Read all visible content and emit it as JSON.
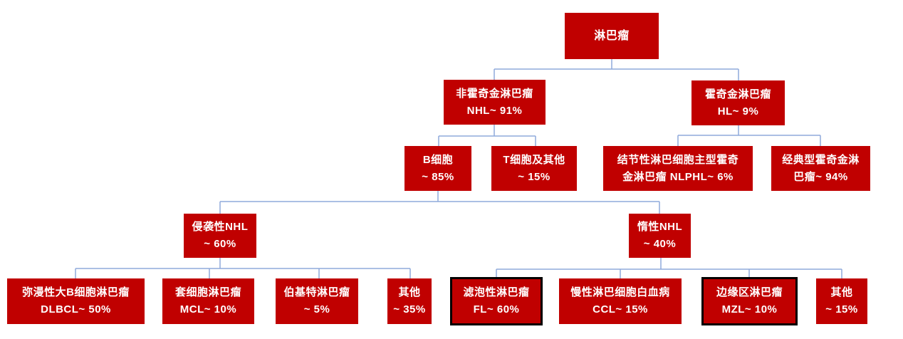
{
  "diagram": {
    "type": "tree",
    "language": "zh-CN",
    "topic": "Lymphoma classification with approximate prevalence percentages"
  },
  "colors": {
    "node_bg": "#c00000",
    "node_text": "#ffffff",
    "connector": "#8faadc",
    "highlight_border": "#000000"
  },
  "nodes": {
    "root": {
      "label": "淋巴瘤"
    },
    "nhl": {
      "label": "非霍奇金淋巴瘤",
      "stat": "NHL~ 91%"
    },
    "hl": {
      "label": "霍奇金淋巴瘤",
      "stat": "HL~ 9%"
    },
    "b_cell": {
      "label": "B细胞",
      "stat": "~ 85%"
    },
    "t_cell": {
      "label": "T细胞及其他",
      "stat": "~ 15%"
    },
    "nlphl": {
      "label": "结节性淋巴细胞主型霍奇",
      "stat": "金淋巴瘤 NLPHL~ 6%"
    },
    "classical_hl": {
      "label": "经典型霍奇金淋",
      "stat": "巴瘤~ 94%"
    },
    "aggressive_nhl": {
      "label": "侵袭性NHL",
      "stat": "~ 60%"
    },
    "indolent_nhl": {
      "label": "惰性NHL",
      "stat": "~ 40%"
    },
    "dlbcl": {
      "label": "弥漫性大B细胞淋巴瘤",
      "stat": "DLBCL~ 50%"
    },
    "mcl": {
      "label": "套细胞淋巴瘤",
      "stat": "MCL~ 10%"
    },
    "burkitt": {
      "label": "伯基特淋巴瘤",
      "stat": "~ 5%"
    },
    "other_aggressive": {
      "label": "其他",
      "stat": "~ 35%"
    },
    "fl": {
      "label": "滤泡性淋巴瘤",
      "stat": "FL~ 60%",
      "highlighted": true
    },
    "cll": {
      "label": "慢性淋巴细胞白血病",
      "stat": "CCL~ 15%"
    },
    "mzl": {
      "label": "边缘区淋巴瘤",
      "stat": "MZL~ 10%",
      "highlighted": true
    },
    "other_indolent": {
      "label": "其他",
      "stat": "~ 15%"
    }
  }
}
